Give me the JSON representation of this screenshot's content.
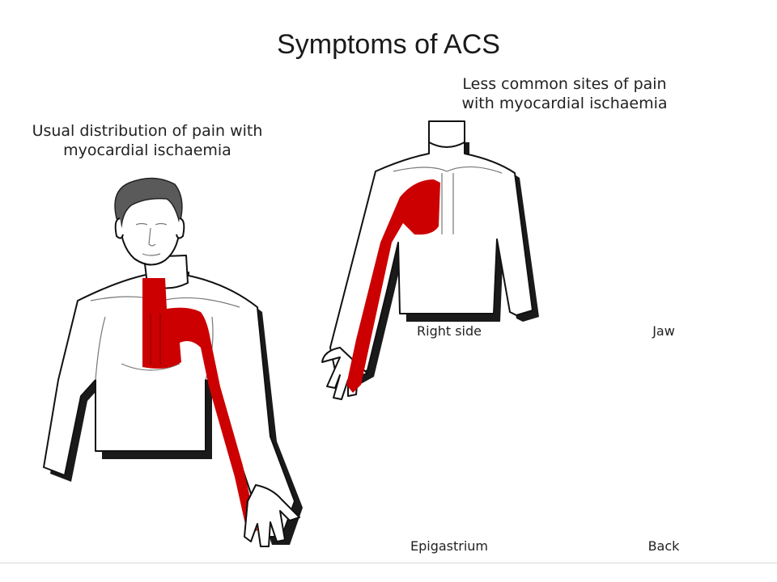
{
  "title": "Symptoms of ACS",
  "usual": {
    "heading_line1": "Usual distribution of pain with",
    "heading_line2": "myocardial ischaemia"
  },
  "less_common": {
    "heading_line1": "Less common sites of pain",
    "heading_line2": "with myocardial ischaemia"
  },
  "panels": {
    "right_side": "Right side",
    "jaw": "Jaw",
    "epigastrium": "Epigastrium",
    "back": "Back"
  },
  "colors": {
    "pain": "#cc0000",
    "hair": "#5a5a5a",
    "outline": "#111111",
    "shadow": "#1a1a1a"
  }
}
